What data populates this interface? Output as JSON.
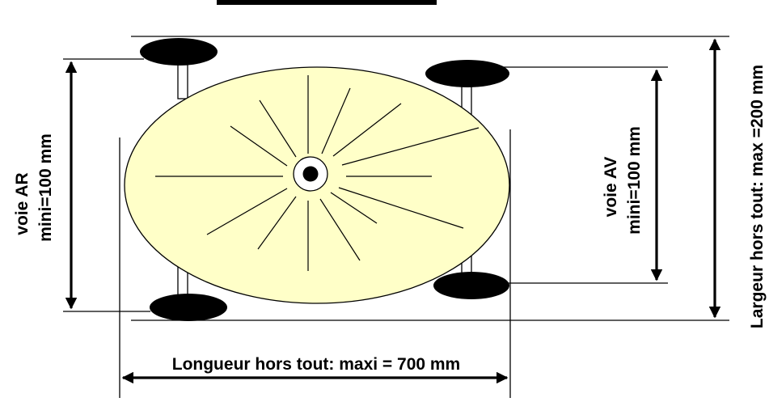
{
  "labels": {
    "rear_track_line1": "voie AR",
    "rear_track_line2": "mini=100 mm",
    "front_track_line1": "voie AV",
    "front_track_line2": "mini=100 mm",
    "overall_width": "Largeur hors tout:  max =200 mm",
    "overall_length": "Longueur hors tout: maxi = 700 mm"
  },
  "colors": {
    "ink": "#000000",
    "body_fill": "#ffffc8",
    "wheel_fill": "#000000",
    "background": "#ffffff"
  }
}
